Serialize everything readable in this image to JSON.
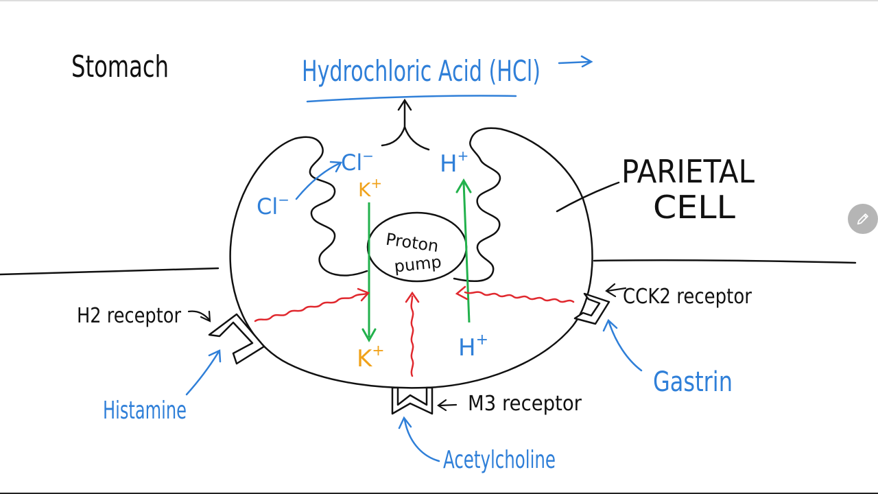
{
  "labels": {
    "stomach": "Stomach",
    "hcl": "Hydrochloric Acid (HCl)",
    "parietal_line1": "PARIETAL",
    "parietal_line2": "CELL",
    "cl_outer": "Cl",
    "cl_inner": "Cl",
    "h_top": "H",
    "k_top": "K",
    "proton_line1": "Proton",
    "proton_line2": "pump",
    "k_bottom": "K",
    "h_bottom": "H",
    "h2_receptor": "H2 receptor",
    "cck2_receptor": "CCK2 receptor",
    "m3_receptor": "M3 receptor",
    "histamine": "Histamine",
    "gastrin": "Gastrin",
    "acetylcholine": "Acetylcholine"
  },
  "charges": {
    "minus": "−",
    "plus": "+"
  },
  "colors": {
    "ink": "#111111",
    "blue": "#2f7fd8",
    "orange": "#f0a21a",
    "green": "#22b14c",
    "red": "#e0282e"
  },
  "icons": {
    "edit": "pencil-icon"
  }
}
